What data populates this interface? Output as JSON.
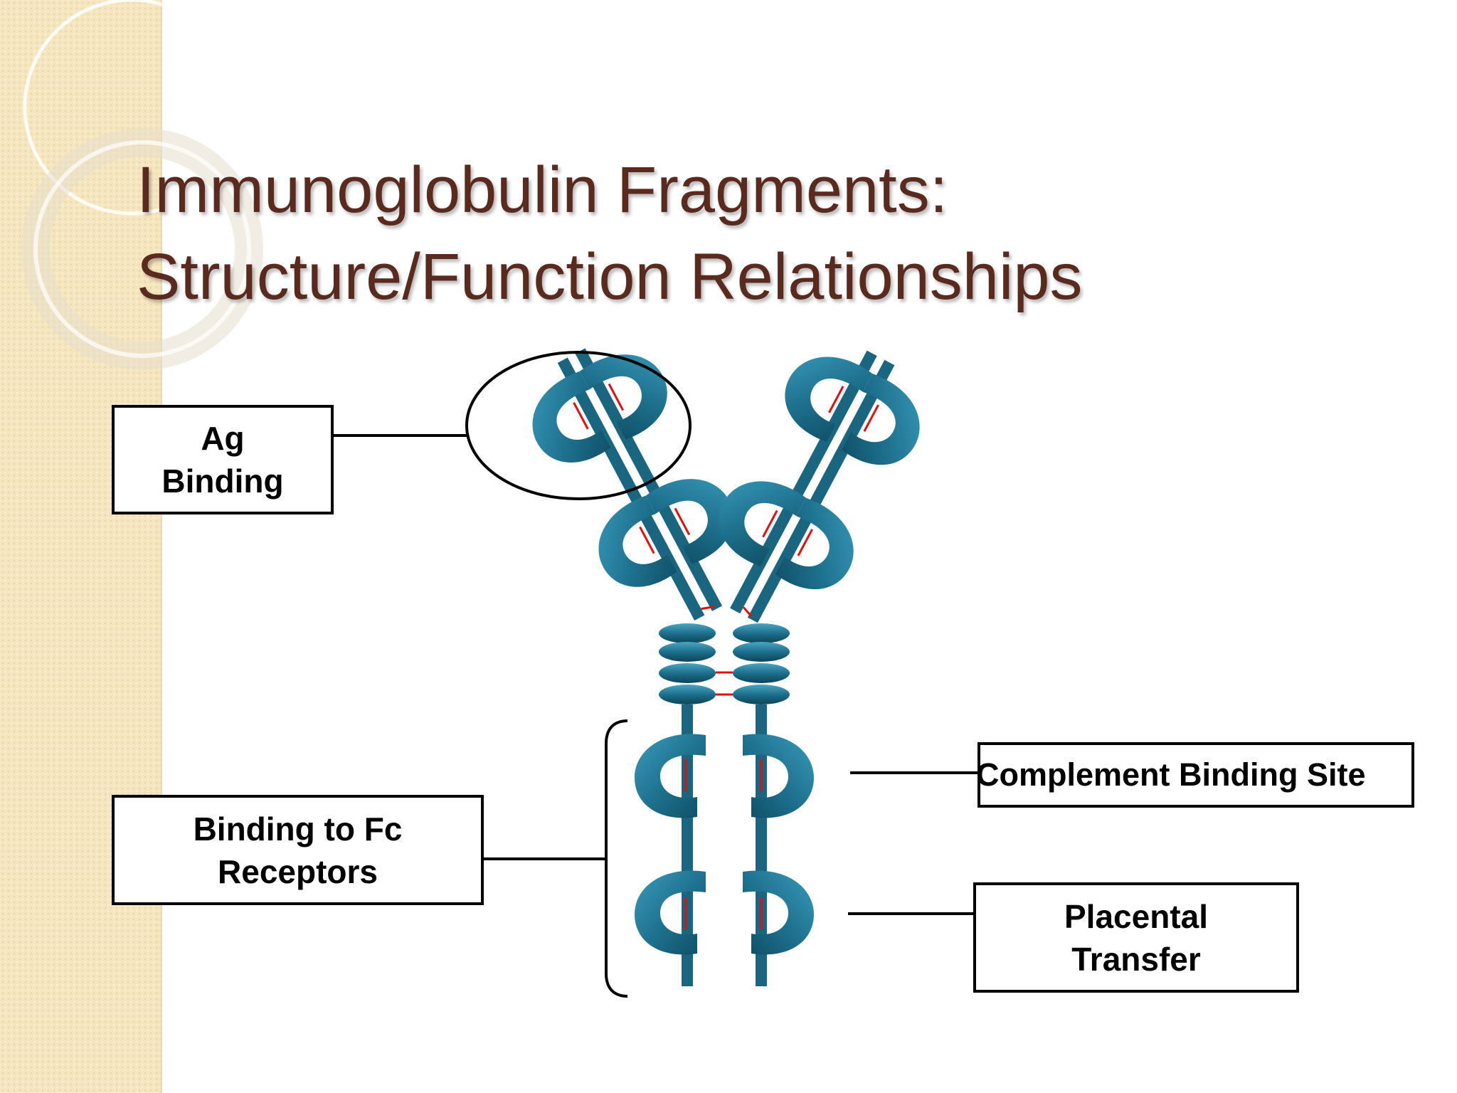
{
  "title": {
    "line1": "Immunoglobulin Fragments:",
    "line2": "Structure/Function Relationships"
  },
  "labels": {
    "ag_binding": {
      "line1": "Ag",
      "line2": "Binding"
    },
    "fc_receptors": {
      "line1": "Binding to Fc",
      "line2": "Receptors"
    },
    "complement": {
      "line1": "Complement Binding Site"
    },
    "placental": {
      "line1": "Placental",
      "line2": "Transfer"
    }
  },
  "colors": {
    "title": "#5a2a1e",
    "domain": "#1d6f8c",
    "disulfide_bond": "#e01010",
    "side_strip": "#f5e6bd"
  },
  "icons": {
    "molecule": "y-shaped-antibody-illustration"
  }
}
